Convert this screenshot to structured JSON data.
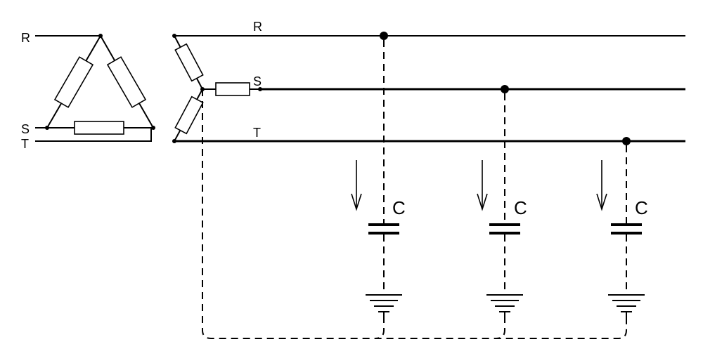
{
  "delta_labels": {
    "r": "R",
    "s": "S",
    "t": "T"
  },
  "line_labels": {
    "r": "R",
    "s": "S",
    "t": "T"
  },
  "capacitors": [
    {
      "phase": "R",
      "label": "C"
    },
    {
      "phase": "S",
      "label": "C"
    },
    {
      "phase": "T",
      "label": "C"
    }
  ],
  "colors": {
    "stroke": "#000000",
    "background": "#ffffff"
  }
}
